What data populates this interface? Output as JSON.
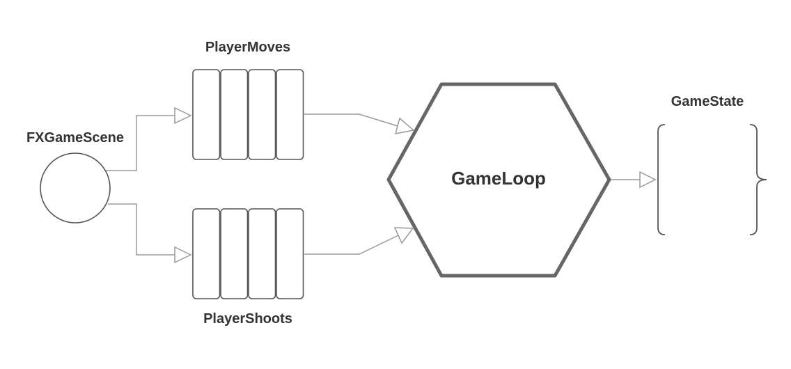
{
  "nodes": {
    "scene": {
      "label": "FXGameScene"
    },
    "moves_queue": {
      "label": "PlayerMoves",
      "cells": 4
    },
    "shoots_queue": {
      "label": "PlayerShoots",
      "cells": 4
    },
    "game_loop": {
      "label": "GameLoop"
    },
    "game_state": {
      "label": "GameState"
    }
  },
  "edges": [
    {
      "from": "FXGameScene",
      "to": "PlayerMoves"
    },
    {
      "from": "FXGameScene",
      "to": "PlayerShoots"
    },
    {
      "from": "PlayerMoves",
      "to": "GameLoop"
    },
    {
      "from": "PlayerShoots",
      "to": "GameLoop"
    },
    {
      "from": "GameLoop",
      "to": "GameState"
    }
  ],
  "colors": {
    "shape_stroke": "#555555",
    "hexagon_stroke": "#666666",
    "connector": "#999999",
    "text": "#333333"
  }
}
